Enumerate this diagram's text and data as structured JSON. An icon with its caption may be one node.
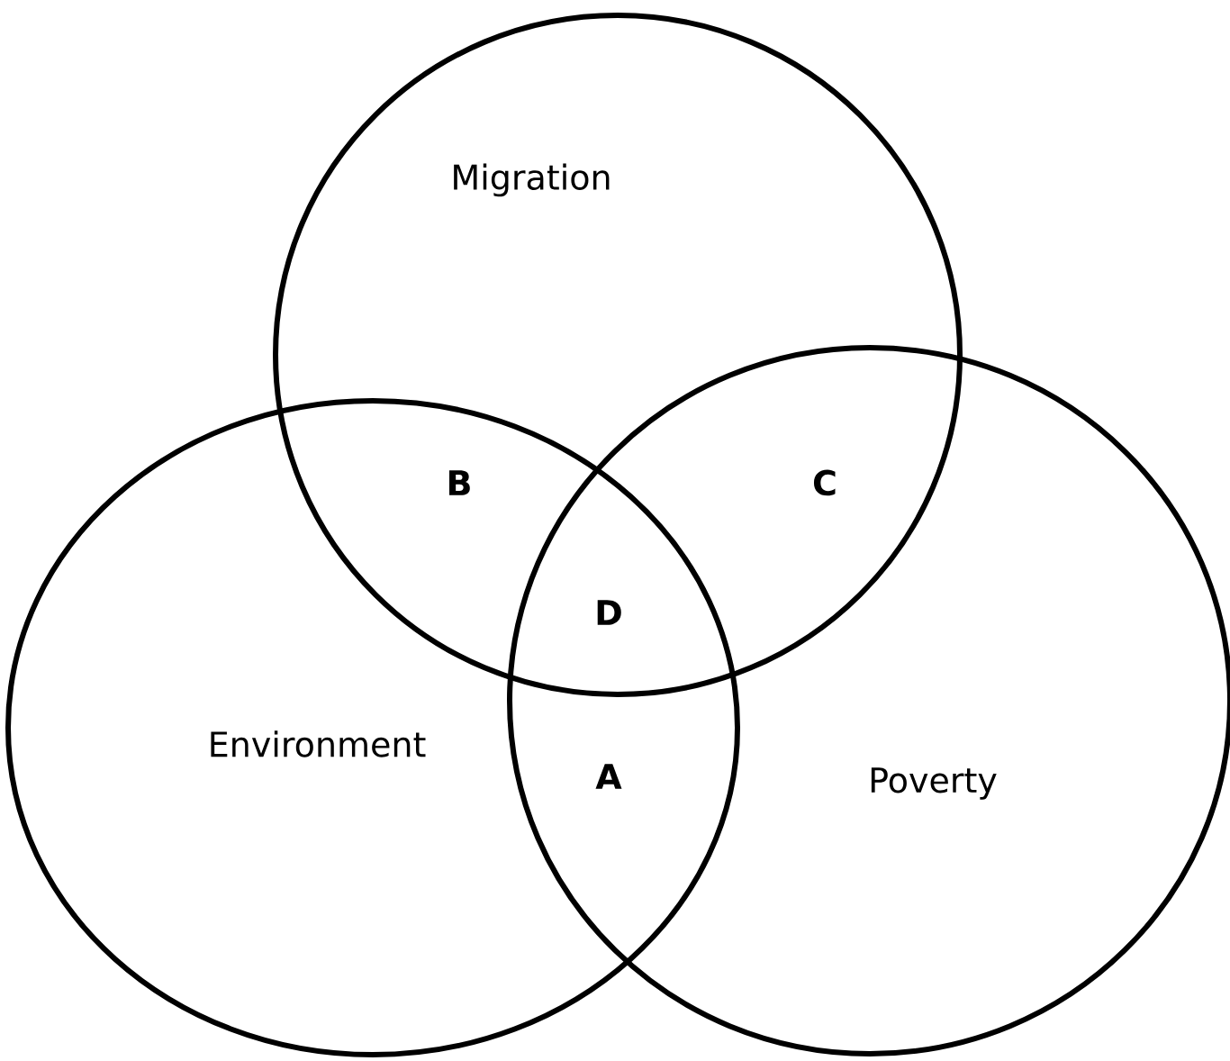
{
  "diagram": {
    "nodes": [
      {
        "text": [
          "Migration"
        ]
      },
      {
        "text": [
          "Environment"
        ]
      },
      {
        "text": [
          "Poverty"
        ]
      }
    ],
    "edges": [],
    "labels": [
      "B",
      "C",
      "D",
      "A"
    ]
  }
}
